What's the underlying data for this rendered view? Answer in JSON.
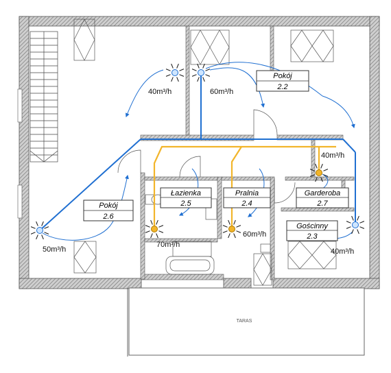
{
  "rooms": [
    {
      "name": "Pokój",
      "num": "2.2"
    },
    {
      "name": "Pokój",
      "num": "2.6"
    },
    {
      "name": "Łazienka",
      "num": "2.5"
    },
    {
      "name": "Pralnia",
      "num": "2.4"
    },
    {
      "name": "Garderoba",
      "num": "2.7"
    },
    {
      "name": "Gościnny",
      "num": "2.3"
    }
  ],
  "flows": {
    "pokoj_22_left": "40m³/h",
    "pokoj_22_right": "60m³/h",
    "garderoba": "40m³/h",
    "pokoj_26": "50m³/h",
    "lazienka": "70m³/h",
    "pralnia": "60m³/h",
    "goscinny": "40m³/h"
  },
  "terrace_label": "TARAS",
  "colors": {
    "supply": "#1f6fd1",
    "exhaust": "#f2b52b",
    "wall": "#6e6e6e",
    "line": "#444444"
  }
}
